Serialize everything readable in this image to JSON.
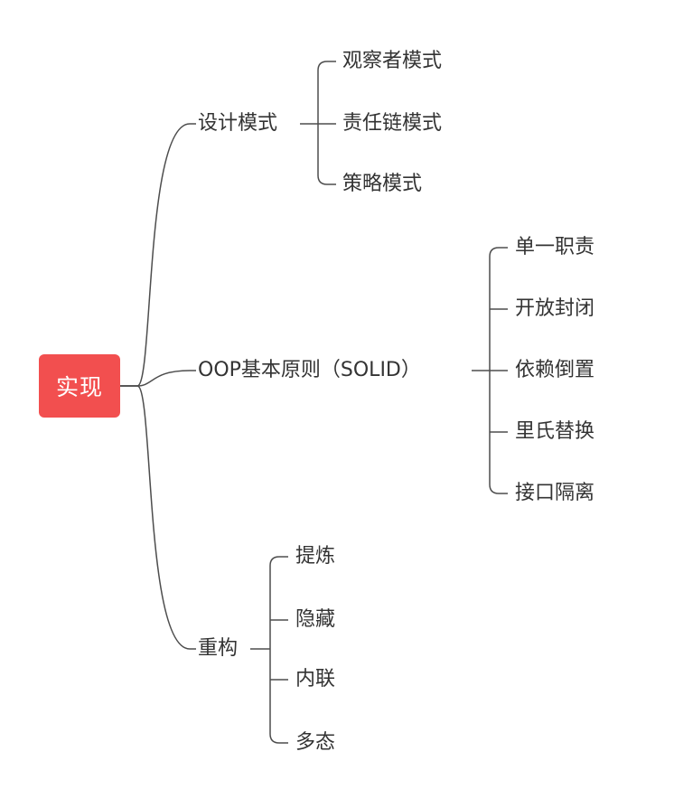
{
  "root": {
    "label": "实现"
  },
  "branches": [
    {
      "label": "设计模式",
      "children": [
        "观察者模式",
        "责任链模式",
        "策略模式"
      ]
    },
    {
      "label": "OOP基本原则（SOLID）",
      "children": [
        "单一职责",
        "开放封闭",
        "依赖倒置",
        "里氏替换",
        "接口隔离"
      ]
    },
    {
      "label": "重构",
      "children": [
        "提炼",
        "隐藏",
        "内联",
        "多态"
      ]
    }
  ],
  "colors": {
    "root_bg": "#f24f4f",
    "root_text": "#ffffff",
    "text": "#333333",
    "line": "#4d4d4d"
  }
}
